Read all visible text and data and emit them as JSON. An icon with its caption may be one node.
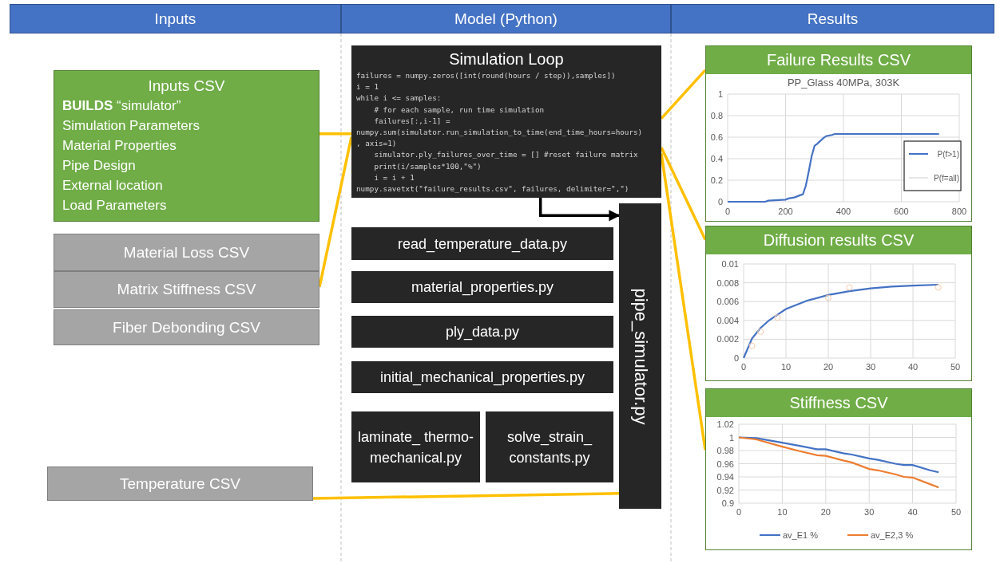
{
  "diagram": {
    "nodes": [
      {
        "text": [
          "Inputs"
        ]
      },
      {
        "text": [
          "Model (Python)"
        ]
      },
      {
        "text": [
          "Results"
        ]
      },
      {
        "text": [
          "Inputs CSV",
          "**BUILDS** “simulator”",
          "Simulation Parameters",
          "Material Properties",
          "Pipe Design",
          "External location",
          "Load Parameters"
        ]
      },
      {
        "text": [
          "Material Loss CSV"
        ]
      },
      {
        "text": [
          "Matrix Stiffness CSV"
        ]
      },
      {
        "text": [
          "Fiber Debonding CSV"
        ]
      },
      {
        "text": [
          "Temperature CSV"
        ]
      },
      {
        "text": [
          "Simulation Loop",
          "failures = numpy.zeros([int(round(hours / step)),samples])",
          "i = 1",
          "while i <= samples:",
          "    # for each sample, run time simulation",
          "    failures[:,i-1] =",
          "numpy.sum(simulator.run_simulation_to_time(end_time_hours=hours)",
          ", axis=1)",
          "    simulator.ply_failures_over_time = [] #reset failure matrix",
          "    print(i/samples*100,\"%\")",
          "    i = i + 1",
          "numpy.savetxt(\"failure_results.csv\", failures, delimiter=\",\")"
        ]
      },
      {
        "text": [
          "read_temperature_data.py"
        ]
      },
      {
        "text": [
          "material_properties.py"
        ]
      },
      {
        "text": [
          "ply_data.py"
        ]
      },
      {
        "text": [
          "initial_mechanical_properties.py"
        ]
      },
      {
        "text": [
          "laminate_ thermo- mechanical.py"
        ]
      },
      {
        "text": [
          "solve_strain_ constants.py"
        ]
      },
      {
        "text": [
          "pipe_simulator.py"
        ]
      },
      {
        "text": [
          "Failure Results CSV"
        ]
      },
      {
        "text": [
          "Diffusion results CSV"
        ]
      },
      {
        "text": [
          "Stiffness CSV"
        ]
      }
    ],
    "edges": [
      {
        "from": 3,
        "to": 8,
        "arrow": "none"
      },
      {
        "from": 5,
        "to": 8,
        "arrow": "none"
      },
      {
        "from": 8,
        "to": 16,
        "arrow": "none"
      },
      {
        "from": 8,
        "to": 17,
        "arrow": "none"
      },
      {
        "from": 8,
        "to": 18,
        "arrow": "none"
      },
      {
        "from": 7,
        "to": 15,
        "arrow": "none"
      },
      {
        "from": 8,
        "to": 15,
        "arrow": "to",
        "color": "#000000"
      }
    ],
    "chart_data": [
      {
        "type": "line",
        "title": "PP_Glass 40MPa, 303K",
        "x": [
          0,
          130,
          140,
          200,
          210,
          230,
          250,
          260,
          270,
          280,
          290,
          300,
          310,
          330,
          340,
          360,
          370,
          730
        ],
        "series": [
          {
            "name": "P(f>1)",
            "color": "#4472c4",
            "values": [
              0,
              0,
              0.01,
              0.02,
              0.03,
              0.04,
              0.06,
              0.07,
              0.15,
              0.28,
              0.42,
              0.52,
              0.54,
              0.59,
              0.61,
              0.62,
              0.63,
              0.63
            ]
          },
          {
            "name": "P(f=all)",
            "color": "#e7e6e6",
            "values": [
              null,
              null,
              null,
              null,
              null,
              null,
              null,
              null,
              null,
              null,
              null,
              null,
              null,
              null,
              null,
              null,
              null,
              null
            ]
          }
        ],
        "xlim": [
          0,
          800
        ],
        "ylim": [
          0,
          1
        ],
        "xticks": [
          0,
          200,
          400,
          600,
          800
        ],
        "yticks": [
          0,
          0.2,
          0.4,
          0.6,
          0.8,
          1
        ],
        "grid": true,
        "legend": "right"
      },
      {
        "type": "line",
        "x": [
          0,
          2,
          4,
          6,
          8,
          10,
          15,
          20,
          25,
          30,
          35,
          40,
          46
        ],
        "series": [
          {
            "color": "#4472c4",
            "values": [
              0,
              0.0021,
              0.0032,
              0.004,
              0.0046,
              0.0052,
              0.0061,
              0.0067,
              0.0071,
              0.0074,
              0.0076,
              0.0077,
              0.0078
            ]
          },
          {
            "color": "#f8cbad",
            "type": "scatter",
            "values": [
              null,
              0.0013,
              0.0028,
              null,
              0.0043,
              null,
              null,
              0.0064,
              0.0075,
              null,
              null,
              null,
              0.0075
            ]
          }
        ],
        "xlim": [
          0,
          50
        ],
        "ylim": [
          0,
          0.01
        ],
        "xticks": [
          0,
          10,
          20,
          30,
          40,
          50
        ],
        "yticks": [
          0,
          0.002,
          0.004,
          0.006,
          0.008,
          0.01
        ],
        "grid": true
      },
      {
        "type": "line",
        "x": [
          0,
          4,
          10,
          14,
          18,
          20,
          24,
          26,
          30,
          32,
          36,
          38,
          40,
          44,
          46
        ],
        "series": [
          {
            "name": "av_E1 %",
            "color": "#4472c4",
            "values": [
              1,
              0.999,
              0.992,
              0.987,
              0.982,
              0.982,
              0.976,
              0.974,
              0.968,
              0.966,
              0.96,
              0.958,
              0.958,
              0.95,
              0.947
            ]
          },
          {
            "name": "av_E2,3 %",
            "color": "#ed7d31",
            "values": [
              1,
              0.997,
              0.986,
              0.979,
              0.973,
              0.972,
              0.965,
              0.962,
              0.952,
              0.95,
              0.944,
              0.94,
              0.939,
              0.929,
              0.924
            ]
          }
        ],
        "xlim": [
          0,
          50
        ],
        "ylim": [
          0.9,
          1.02
        ],
        "xticks": [
          0,
          10,
          20,
          30,
          40,
          50
        ],
        "yticks": [
          0.9,
          0.92,
          0.94,
          0.96,
          0.98,
          1,
          1.02
        ],
        "grid": true,
        "legend": "bottom"
      }
    ]
  }
}
